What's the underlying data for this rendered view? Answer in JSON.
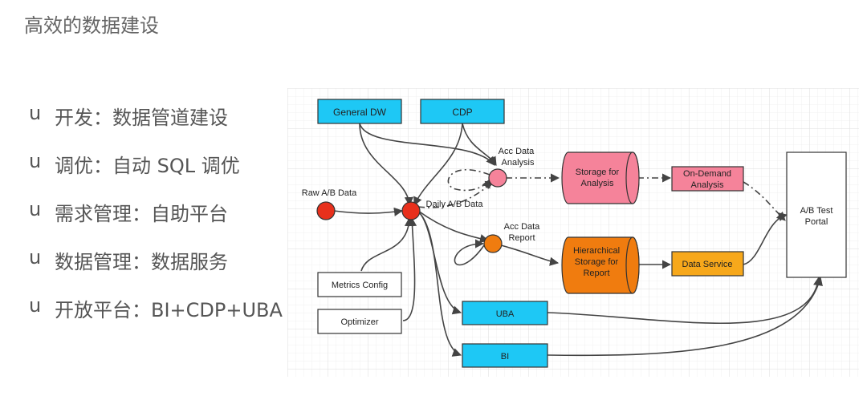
{
  "slide": {
    "title": "高效的数据建设"
  },
  "bullets": [
    {
      "marker": "u",
      "text": "开发：数据管道建设"
    },
    {
      "marker": "u",
      "text": "调优：自动 SQL 调优"
    },
    {
      "marker": "u",
      "text": "需求管理：自助平台"
    },
    {
      "marker": "u",
      "text": "数据管理：数据服务"
    },
    {
      "marker": "u",
      "text": "开放平台：BI+CDP+UBA"
    }
  ],
  "diagram": {
    "sources": {
      "general_dw": "General DW",
      "cdp": "CDP"
    },
    "nodes": {
      "raw_ab_data": "Raw A/B Data",
      "daily_ab_data": "Daily A/B Data",
      "acc_data_analysis": [
        "Acc Data",
        "Analysis"
      ],
      "acc_data_report": [
        "Acc Data",
        "Report"
      ]
    },
    "storage": {
      "analysis": [
        "Storage for",
        "Analysis"
      ],
      "hierarchical": [
        "Hierarchical",
        "Storage for",
        "Report"
      ]
    },
    "services": {
      "on_demand": [
        "On-Demand",
        "Analysis"
      ],
      "data_service": "Data Service"
    },
    "inputs": {
      "metrics_config": "Metrics Config",
      "optimizer": "Optimizer"
    },
    "outputs": {
      "uba": "UBA",
      "bi": "BI"
    },
    "portal": [
      "A/B Test",
      "Portal"
    ],
    "colors": {
      "source_fill": "#1ec8f5",
      "event_red": "#e8301c",
      "analysis_pink": "#f5839a",
      "report_orange": "#f07c0f",
      "service_yellow": "#f7a81b",
      "edge": "#444444"
    }
  }
}
